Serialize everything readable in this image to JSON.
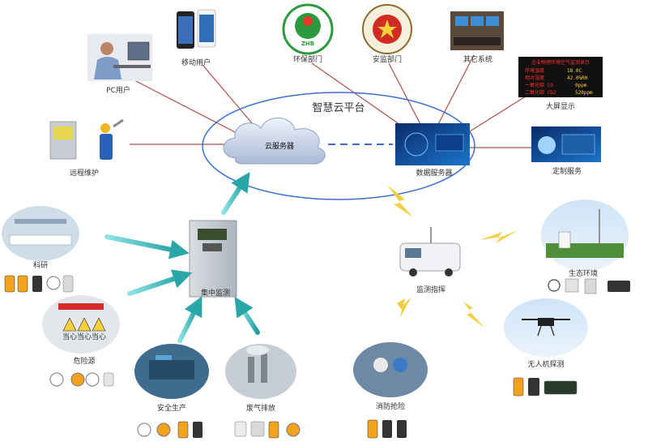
{
  "platform": {
    "title": "智慧云平台"
  },
  "nodes": {
    "cloud_server": "云服务器",
    "data_server": "数据服务器",
    "concentrator": "集中监测",
    "vehicle": "监测指挥",
    "pc_user": "PC用户",
    "mobile_user": "移动用户",
    "env_dept": "环保部门",
    "safety_dept": "安监部门",
    "other_systems": "其它系统",
    "big_screen": "大屏显示",
    "custom_service": "定制服务",
    "remote_maint": "远程维护",
    "research": "科研",
    "hazard_source": "危险源",
    "safe_production": "安全生产",
    "exhaust": "废气排放",
    "rescue": "消防抢险",
    "ecology": "生态环境",
    "drone": "无人机探测"
  },
  "logos": {
    "env_logo_text": "ZHB"
  },
  "big_screen_panel": {
    "header": "企业物理环境空气监测显示",
    "rows": [
      {
        "label": "环境温度",
        "value": "18.0C"
      },
      {
        "label": "相对湿度",
        "value": "42.0%RH"
      },
      {
        "label": "一氧化碳 CO",
        "value": "0ppm"
      },
      {
        "label": "二氧化碳 CO2",
        "value": "520ppm"
      }
    ]
  },
  "hazard_signs": [
    "当心",
    "当心",
    "当心"
  ],
  "colors": {
    "ellipse": "#3a6fd1",
    "link_line": "#b0504a",
    "arrow_teal": "#2aa6a8",
    "lightning": "#f3cf47",
    "dashed_link": "#3a6fd1",
    "screen_text": "#ff3030"
  }
}
